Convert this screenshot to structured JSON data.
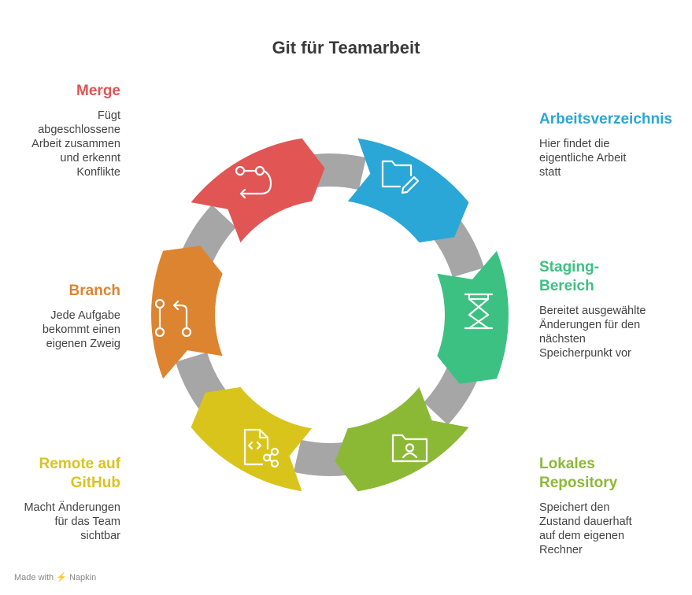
{
  "title": "Git für Teamarbeit",
  "steps": [
    {
      "id": "arbeit",
      "heading": "Arbeitsverzeichnis",
      "desc": "Hier findet die eigentliche Arbeit statt",
      "color": "#2aa7d6",
      "icon": "folder-edit-icon"
    },
    {
      "id": "staging",
      "heading": "Staging-Bereich",
      "desc": "Bereitet ausgewählte Änderungen für den nächsten Speicherpunkt vor",
      "color": "#3cc183",
      "icon": "scissor-lift-icon"
    },
    {
      "id": "lokal",
      "heading": "Lokales Repository",
      "desc": "Speichert den Zustand dauerhaft auf dem eigenen Rechner",
      "color": "#8cb935",
      "icon": "user-folder-icon"
    },
    {
      "id": "remote",
      "heading": "Remote auf GitHub",
      "desc": "Macht Änderungen für das Team sichtbar",
      "color": "#d9c41c",
      "icon": "code-share-icon"
    },
    {
      "id": "branch",
      "heading": "Branch",
      "desc": "Jede Aufgabe bekommt einen eigenen Zweig",
      "color": "#dc8430",
      "icon": "git-branch-icon"
    },
    {
      "id": "merge",
      "heading": "Merge",
      "desc": "Fügt abgeschlossene Arbeit zusammen und erkennt Konflikte",
      "color": "#e15554",
      "icon": "git-merge-icon"
    }
  ],
  "footer": {
    "made_with": "Made with",
    "brand": "Napkin"
  },
  "connector_color": "#a6a6a6"
}
